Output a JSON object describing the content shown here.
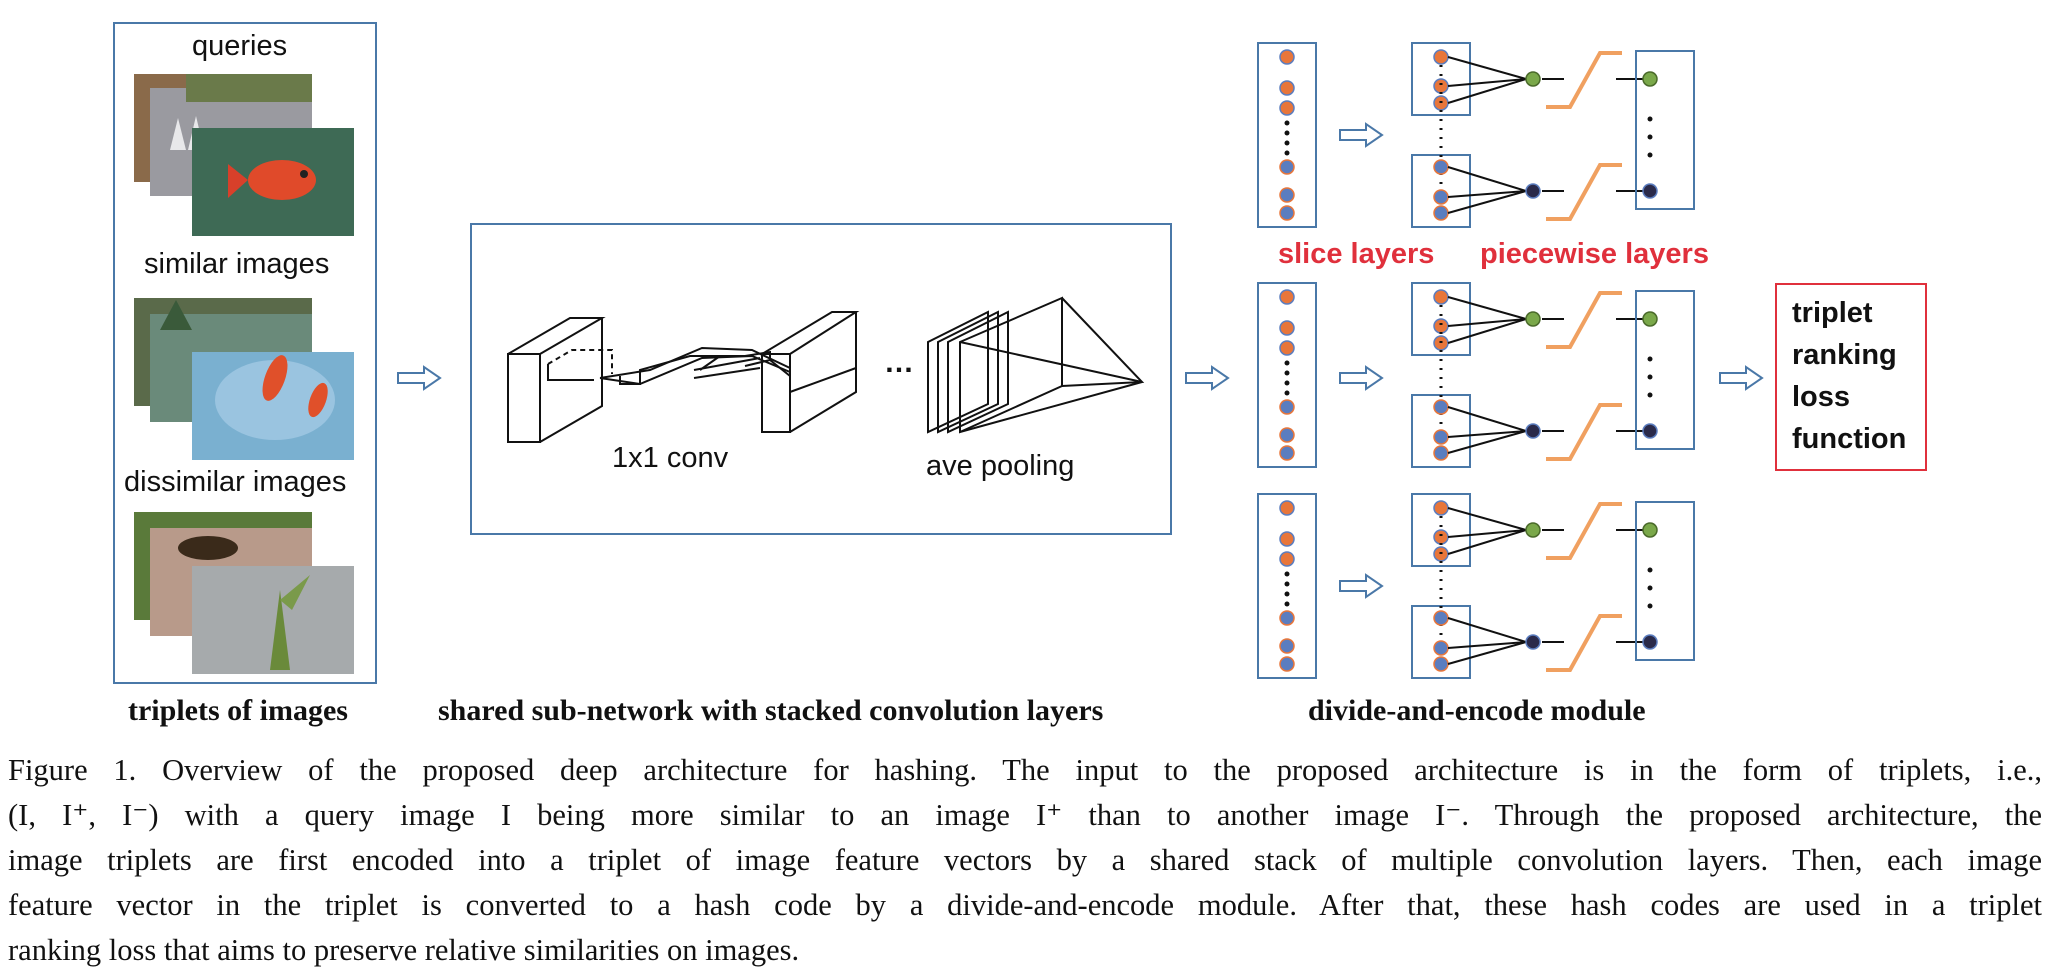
{
  "left_panel": {
    "queries_label": "queries",
    "similar_label": "similar images",
    "dissimilar_label": "dissimilar images",
    "caption": "triplets of images"
  },
  "middle_panel": {
    "conv_label": "1x1 conv",
    "ellipsis": "…",
    "pool_label": "ave pooling",
    "caption": "shared sub-network with stacked convolution layers"
  },
  "right_panel": {
    "slice_label": "slice layers",
    "piecewise_label": "piecewise layers",
    "caption": "divide-and-encode module"
  },
  "loss_box": {
    "lines": [
      "triplet",
      "ranking",
      "loss",
      "function"
    ]
  },
  "caption": {
    "line1": "Figure 1. Overview of the proposed deep architecture for hashing.  The input to the proposed architecture is in the form of triplets, i.e.,",
    "line2": "(I, I⁺, I⁻) with a query image I being more similar to an image I⁺ than to another image I⁻. Through the proposed architecture, the",
    "line3": "image triplets are first encoded into a triplet of image feature vectors by a shared stack of multiple convolution layers. Then, each image",
    "line4": "feature vector in the triplet is converted to a hash code by a divide-and-encode module. After that, these hash codes are used in a triplet",
    "line5": "ranking loss that aims to preserve relative similarities on images."
  },
  "colors": {
    "box_border": "#4a78a8",
    "orange_node": "#e8763a",
    "blue_node": "#5b7dbf",
    "green_node": "#7aa84a",
    "dark_node": "#2a2a4a",
    "piecewise_line": "#f0a060",
    "red": "#e0303c"
  }
}
